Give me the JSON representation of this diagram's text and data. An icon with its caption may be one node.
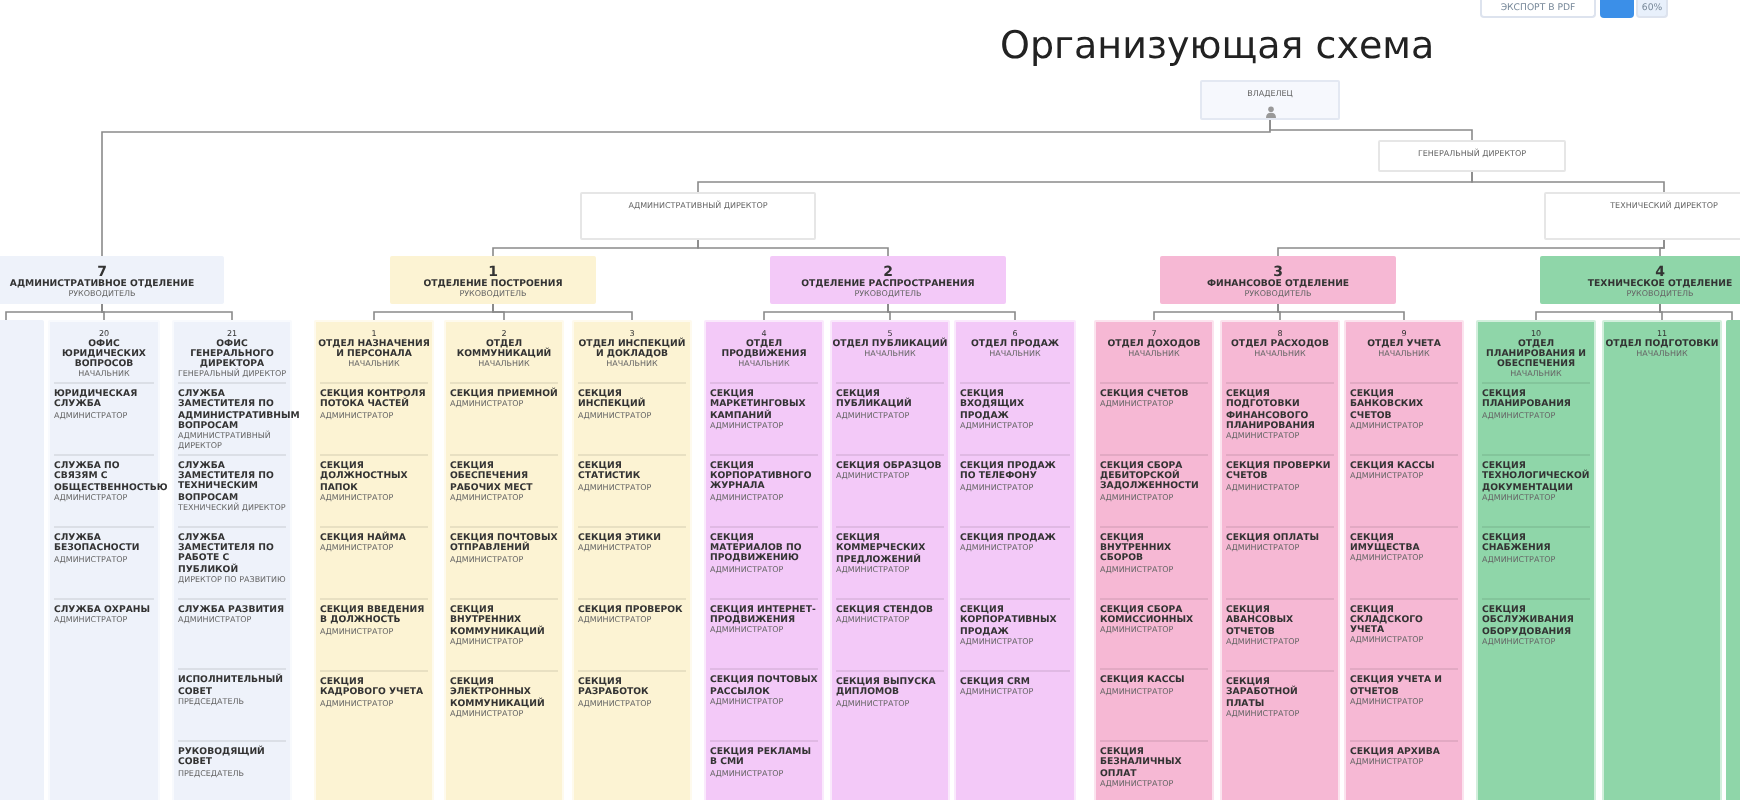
{
  "diagram": {
    "title": "Организующая схема",
    "nodes": [
      {
        "text": [
          "ВЛАДЕЛЕЦ"
        ]
      },
      {
        "text": [
          "ГЕНЕРАЛЬНЫЙ ДИРЕКТОР"
        ]
      },
      {
        "text": [
          "АДМИНИСТРАТИВНЫЙ ДИРЕКТОР"
        ]
      },
      {
        "text": [
          "ТЕХНИЧЕСКИЙ ДИРЕКТОР"
        ]
      },
      {
        "text": [
          "7",
          "АДМИНИСТРАТИВНОЕ ОТДЕЛЕНИЕ",
          "РУКОВОДИТЕЛЬ"
        ]
      },
      {
        "text": [
          "1",
          "ОТДЕЛЕНИЕ ПОСТРОЕНИЯ",
          "РУКОВОДИТЕЛЬ"
        ]
      },
      {
        "text": [
          "2",
          "ОТДЕЛЕНИЕ РАСПРОСТРАНЕНИЯ",
          "РУКОВОДИТЕЛЬ"
        ]
      },
      {
        "text": [
          "3",
          "ФИНАНСОВОЕ ОТДЕЛЕНИЕ",
          "РУКОВОДИТЕЛЬ"
        ]
      },
      {
        "text": [
          "4",
          "ТЕХНИЧЕСКОЕ ОТДЕЛЕНИЕ",
          "РУКОВОДИТЕЛЬ"
        ]
      },
      {
        "text": [],
        "shape": "box"
      },
      {
        "text": [
          "20",
          "ОФИС ЮРИДИЧЕСКИХ ВОПРОСОВ",
          "НАЧАЛЬНИК"
        ]
      },
      {
        "text": [
          "21",
          "ОФИС ГЕНЕРАЛЬНОГО ДИРЕКТОРА",
          "ГЕНЕРАЛЬНЫЙ ДИРЕКТОР"
        ]
      },
      {
        "text": [
          "1",
          "ОТДЕЛ НАЗНАЧЕНИЯ И ПЕРСОНАЛА",
          "НАЧАЛЬНИК"
        ]
      },
      {
        "text": [
          "2",
          "ОТДЕЛ КОММУНИКАЦИЙ",
          "НАЧАЛЬНИК"
        ]
      },
      {
        "text": [
          "3",
          "ОТДЕЛ ИНСПЕКЦИЙ И ДОКЛАДОВ",
          "НАЧАЛЬНИК"
        ]
      },
      {
        "text": [
          "4",
          "ОТДЕЛ ПРОДВИЖЕНИЯ",
          "НАЧАЛЬНИК"
        ]
      },
      {
        "text": [
          "5",
          "ОТДЕЛ ПУБЛИКАЦИЙ",
          "НАЧАЛЬНИК"
        ]
      },
      {
        "text": [
          "6",
          "ОТДЕЛ ПРОДАЖ",
          "НАЧАЛЬНИК"
        ]
      },
      {
        "text": [
          "7",
          "ОТДЕЛ ДОХОДОВ",
          "НАЧАЛЬНИК"
        ]
      },
      {
        "text": [
          "8",
          "ОТДЕЛ РАСХОДОВ",
          "НАЧАЛЬНИК"
        ]
      },
      {
        "text": [
          "9",
          "ОТДЕЛ УЧЕТА",
          "НАЧАЛЬНИК"
        ]
      },
      {
        "text": [
          "10",
          "ОТДЕЛ ПЛАНИРОВАНИЯ И ОБЕСПЕЧЕНИЯ",
          "НАЧАЛЬНИК"
        ]
      },
      {
        "text": [
          "11",
          "ОТДЕЛ ПОДГОТОВКИ",
          "НАЧАЛЬНИК"
        ]
      },
      {
        "text": [],
        "shape": "box"
      },
      {
        "text": [
          "ЮРИДИЧЕСКАЯ СЛУЖБА",
          "АДМИНИСТРАТОР"
        ],
        "in": 10
      },
      {
        "text": [
          "СЛУЖБА ПО СВЯЗЯМ С ОБЩЕСТВЕННОСТЬЮ",
          "АДМИНИСТРАТОР"
        ],
        "in": 10
      },
      {
        "text": [
          "СЛУЖБА БЕЗОПАСНОСТИ",
          "АДМИНИСТРАТОР"
        ],
        "in": 10
      },
      {
        "text": [
          "СЛУЖБА ОХРАНЫ",
          "АДМИНИСТРАТОР"
        ],
        "in": 10
      },
      {
        "text": [
          "СЛУЖБА ЗАМЕСТИТЕЛЯ ПО АДМИНИСТРАТИВНЫМ ВОПРОСАМ",
          "АДМИНИСТРАТИВНЫЙ ДИРЕКТОР"
        ],
        "in": 11
      },
      {
        "text": [
          "СЛУЖБА ЗАМЕСТИТЕЛЯ ПО ТЕХНИЧЕСКИМ ВОПРОСАМ",
          "ТЕХНИЧЕСКИЙ ДИРЕКТОР"
        ],
        "in": 11
      },
      {
        "text": [
          "СЛУЖБА ЗАМЕСТИТЕЛЯ ПО РАБОТЕ С ПУБЛИКОЙ",
          "ДИРЕКТОР ПО РАЗВИТИЮ"
        ],
        "in": 11
      },
      {
        "text": [
          "СЛУЖБА РАЗВИТИЯ",
          "АДМИНИСТРАТОР"
        ],
        "in": 11
      },
      {
        "text": [
          "ИСПОЛНИТЕЛЬНЫЙ СОВЕТ",
          "ПРЕДСЕДАТЕЛЬ"
        ],
        "in": 11
      },
      {
        "text": [
          "РУКОВОДЯЩИЙ СОВЕТ",
          "ПРЕДСЕДАТЕЛЬ"
        ],
        "in": 11
      },
      {
        "text": [
          "СЕКЦИЯ КОНТРОЛЯ ПОТОКА ЧАСТЕЙ",
          "АДМИНИСТРАТОР"
        ],
        "in": 12
      },
      {
        "text": [
          "СЕКЦИЯ ДОЛЖНОСТНЫХ ПАПОК",
          "АДМИНИСТРАТОР"
        ],
        "in": 12
      },
      {
        "text": [
          "СЕКЦИЯ НАЙМА",
          "АДМИНИСТРАТОР"
        ],
        "in": 12
      },
      {
        "text": [
          "СЕКЦИЯ ВВЕДЕНИЯ В ДОЛЖНОСТЬ",
          "АДМИНИСТРАТОР"
        ],
        "in": 12
      },
      {
        "text": [
          "СЕКЦИЯ КАДРОВОГО УЧЕТА",
          "АДМИНИСТРАТОР"
        ],
        "in": 12
      },
      {
        "text": [
          "СЕКЦИЯ ПРИЕМНОЙ",
          "АДМИНИСТРАТОР"
        ],
        "in": 13
      },
      {
        "text": [
          "СЕКЦИЯ ОБЕСПЕЧЕНИЯ РАБОЧИХ МЕСТ",
          "АДМИНИСТРАТОР"
        ],
        "in": 13
      },
      {
        "text": [
          "СЕКЦИЯ ПОЧТОВЫХ ОТПРАВЛЕНИЙ",
          "АДМИНИСТРАТОР"
        ],
        "in": 13
      },
      {
        "text": [
          "СЕКЦИЯ ВНУТРЕННИХ КОММУНИКАЦИЙ",
          "АДМИНИСТРАТОР"
        ],
        "in": 13
      },
      {
        "text": [
          "СЕКЦИЯ ЭЛЕКТРОННЫХ КОММУНИКАЦИЙ",
          "АДМИНИСТРАТОР"
        ],
        "in": 13
      },
      {
        "text": [
          "СЕКЦИЯ ИНСПЕКЦИЙ",
          "АДМИНИСТРАТОР"
        ],
        "in": 14
      },
      {
        "text": [
          "СЕКЦИЯ СТАТИСТИК",
          "АДМИНИСТРАТОР"
        ],
        "in": 14
      },
      {
        "text": [
          "СЕКЦИЯ ЭТИКИ",
          "АДМИНИСТРАТОР"
        ],
        "in": 14
      },
      {
        "text": [
          "СЕКЦИЯ ПРОВЕРОК",
          "АДМИНИСТРАТОР"
        ],
        "in": 14
      },
      {
        "text": [
          "СЕКЦИЯ РАЗРАБОТОК",
          "АДМИНИСТРАТОР"
        ],
        "in": 14
      },
      {
        "text": [
          "СЕКЦИЯ МАРКЕТИНГОВЫХ КАМПАНИЙ",
          "АДМИНИСТРАТОР"
        ],
        "in": 15
      },
      {
        "text": [
          "СЕКЦИЯ КОРПОРАТИВНОГО ЖУРНАЛА",
          "АДМИНИСТРАТОР"
        ],
        "in": 15
      },
      {
        "text": [
          "СЕКЦИЯ МАТЕРИАЛОВ ПО ПРОДВИЖЕНИЮ",
          "АДМИНИСТРАТОР"
        ],
        "in": 15
      },
      {
        "text": [
          "СЕКЦИЯ ИНТЕРНЕТ-ПРОДВИЖЕНИЯ",
          "АДМИНИСТРАТОР"
        ],
        "in": 15
      },
      {
        "text": [
          "СЕКЦИЯ ПОЧТОВЫХ РАССЫЛОК",
          "АДМИНИСТРАТОР"
        ],
        "in": 15
      },
      {
        "text": [
          "СЕКЦИЯ РЕКЛАМЫ В СМИ",
          "АДМИНИСТРАТОР"
        ],
        "in": 15
      },
      {
        "text": [
          "СЕКЦИЯ ПУБЛИКАЦИЙ",
          "АДМИНИСТРАТОР"
        ],
        "in": 16
      },
      {
        "text": [
          "СЕКЦИЯ ОБРАЗЦОВ",
          "АДМИНИСТРАТОР"
        ],
        "in": 16
      },
      {
        "text": [
          "СЕКЦИЯ КОММЕРЧЕСКИХ ПРЕДЛОЖЕНИЙ",
          "АДМИНИСТРАТОР"
        ],
        "in": 16
      },
      {
        "text": [
          "СЕКЦИЯ СТЕНДОВ",
          "АДМИНИСТРАТОР"
        ],
        "in": 16
      },
      {
        "text": [
          "СЕКЦИЯ ВЫПУСКА ДИПЛОМОВ",
          "АДМИНИСТРАТОР"
        ],
        "in": 16
      },
      {
        "text": [
          "СЕКЦИЯ ВХОДЯЩИХ ПРОДАЖ",
          "АДМИНИСТРАТОР"
        ],
        "in": 17
      },
      {
        "text": [
          "СЕКЦИЯ ПРОДАЖ ПО ТЕЛЕФОНУ",
          "АДМИНИСТРАТОР"
        ],
        "in": 17
      },
      {
        "text": [
          "СЕКЦИЯ ПРОДАЖ",
          "АДМИНИСТРАТОР"
        ],
        "in": 17
      },
      {
        "text": [
          "СЕКЦИЯ КОРПОРАТИВНЫХ ПРОДАЖ",
          "АДМИНИСТРАТОР"
        ],
        "in": 17
      },
      {
        "text": [
          "СЕКЦИЯ CRM",
          "АДМИНИСТРАТОР"
        ],
        "in": 17
      },
      {
        "text": [
          "СЕКЦИЯ СЧЕТОВ",
          "АДМИНИСТРАТОР"
        ],
        "in": 18
      },
      {
        "text": [
          "СЕКЦИЯ СБОРА ДЕБИТОРСКОЙ ЗАДОЛЖЕННОСТИ",
          "АДМИНИСТРАТОР"
        ],
        "in": 18
      },
      {
        "text": [
          "СЕКЦИЯ ВНУТРЕННИХ СБОРОВ",
          "АДМИНИСТРАТОР"
        ],
        "in": 18
      },
      {
        "text": [
          "СЕКЦИЯ СБОРА КОМИССИОННЫХ",
          "АДМИНИСТРАТОР"
        ],
        "in": 18
      },
      {
        "text": [
          "СЕКЦИЯ КАССЫ",
          "АДМИНИСТРАТОР"
        ],
        "in": 18
      },
      {
        "text": [
          "СЕКЦИЯ БЕЗНАЛИЧНЫХ ОПЛАТ",
          "АДМИНИСТРАТОР"
        ],
        "in": 18
      },
      {
        "text": [
          "СЕКЦИЯ ПОДГОТОВКИ ФИНАНСОВОГО ПЛАНИРОВАНИЯ",
          "АДМИНИСТРАТОР"
        ],
        "in": 19
      },
      {
        "text": [
          "СЕКЦИЯ ПРОВЕРКИ СЧЕТОВ",
          "АДМИНИСТРАТОР"
        ],
        "in": 19
      },
      {
        "text": [
          "СЕКЦИЯ ОПЛАТЫ",
          "АДМИНИСТРАТОР"
        ],
        "in": 19
      },
      {
        "text": [
          "СЕКЦИЯ АВАНСОВЫХ ОТЧЕТОВ",
          "АДМИНИСТРАТОР"
        ],
        "in": 19
      },
      {
        "text": [
          "СЕКЦИЯ ЗАРАБОТНОЙ ПЛАТЫ",
          "АДМИНИСТРАТОР"
        ],
        "in": 19
      },
      {
        "text": [
          "СЕКЦИЯ БАНКОВСКИХ СЧЕТОВ",
          "АДМИНИСТРАТОР"
        ],
        "in": 20
      },
      {
        "text": [
          "СЕКЦИЯ КАССЫ",
          "АДМИНИСТРАТОР"
        ],
        "in": 20
      },
      {
        "text": [
          "СЕКЦИЯ ИМУЩЕСТВА",
          "АДМИНИСТРАТОР"
        ],
        "in": 20
      },
      {
        "text": [
          "СЕКЦИЯ СКЛАДСКОГО УЧЕТА",
          "АДМИНИСТРАТОР"
        ],
        "in": 20
      },
      {
        "text": [
          "СЕКЦИЯ УЧЕТА И ОТЧЕТОВ",
          "АДМИНИСТРАТОР"
        ],
        "in": 20
      },
      {
        "text": [
          "СЕКЦИЯ АРХИВА",
          "АДМИНИСТРАТОР"
        ],
        "in": 20
      },
      {
        "text": [
          "СЕКЦИЯ ПЛАНИРОВАНИЯ",
          "АДМИНИСТРАТОР"
        ],
        "in": 21
      },
      {
        "text": [
          "СЕКЦИЯ ТЕХНОЛОГИЧЕСКОЙ ДОКУМЕНТАЦИИ",
          "АДМИНИСТРАТОР"
        ],
        "in": 21
      },
      {
        "text": [
          "СЕКЦИЯ СНАБЖЕНИЯ",
          "АДМИНИСТРАТОР"
        ],
        "in": 21
      },
      {
        "text": [
          "СЕКЦИЯ ОБСЛУЖИВАНИЯ ОБОРУДОВАНИЯ",
          "АДМИНИСТРАТОР"
        ],
        "in": 21
      }
    ],
    "edges": [
      {
        "from": 0,
        "to": 4,
        "arrow": "none"
      },
      {
        "from": 0,
        "to": 1,
        "arrow": "none"
      },
      {
        "from": 1,
        "to": 2,
        "arrow": "none"
      },
      {
        "from": 1,
        "to": 3,
        "arrow": "none"
      },
      {
        "from": 2,
        "to": 5,
        "arrow": "none"
      },
      {
        "from": 2,
        "to": 6,
        "arrow": "none"
      },
      {
        "from": 3,
        "to": 7,
        "arrow": "none"
      },
      {
        "from": 3,
        "to": 8,
        "arrow": "none"
      },
      {
        "from": 4,
        "to": 9,
        "arrow": "none"
      },
      {
        "from": 4,
        "to": 10,
        "arrow": "none"
      },
      {
        "from": 4,
        "to": 11,
        "arrow": "none"
      },
      {
        "from": 5,
        "to": 12,
        "arrow": "none"
      },
      {
        "from": 5,
        "to": 13,
        "arrow": "none"
      },
      {
        "from": 5,
        "to": 14,
        "arrow": "none"
      },
      {
        "from": 6,
        "to": 15,
        "arrow": "none"
      },
      {
        "from": 6,
        "to": 16,
        "arrow": "none"
      },
      {
        "from": 6,
        "to": 17,
        "arrow": "none"
      },
      {
        "from": 7,
        "to": 18,
        "arrow": "none"
      },
      {
        "from": 7,
        "to": 19,
        "arrow": "none"
      },
      {
        "from": 7,
        "to": 20,
        "arrow": "none"
      },
      {
        "from": 8,
        "to": 21,
        "arrow": "none"
      },
      {
        "from": 8,
        "to": 22,
        "arrow": "none"
      },
      {
        "from": 8,
        "to": 23,
        "arrow": "none"
      }
    ],
    "labels": [
      "ЭКСПОРТ В PDF",
      "60%"
    ]
  }
}
